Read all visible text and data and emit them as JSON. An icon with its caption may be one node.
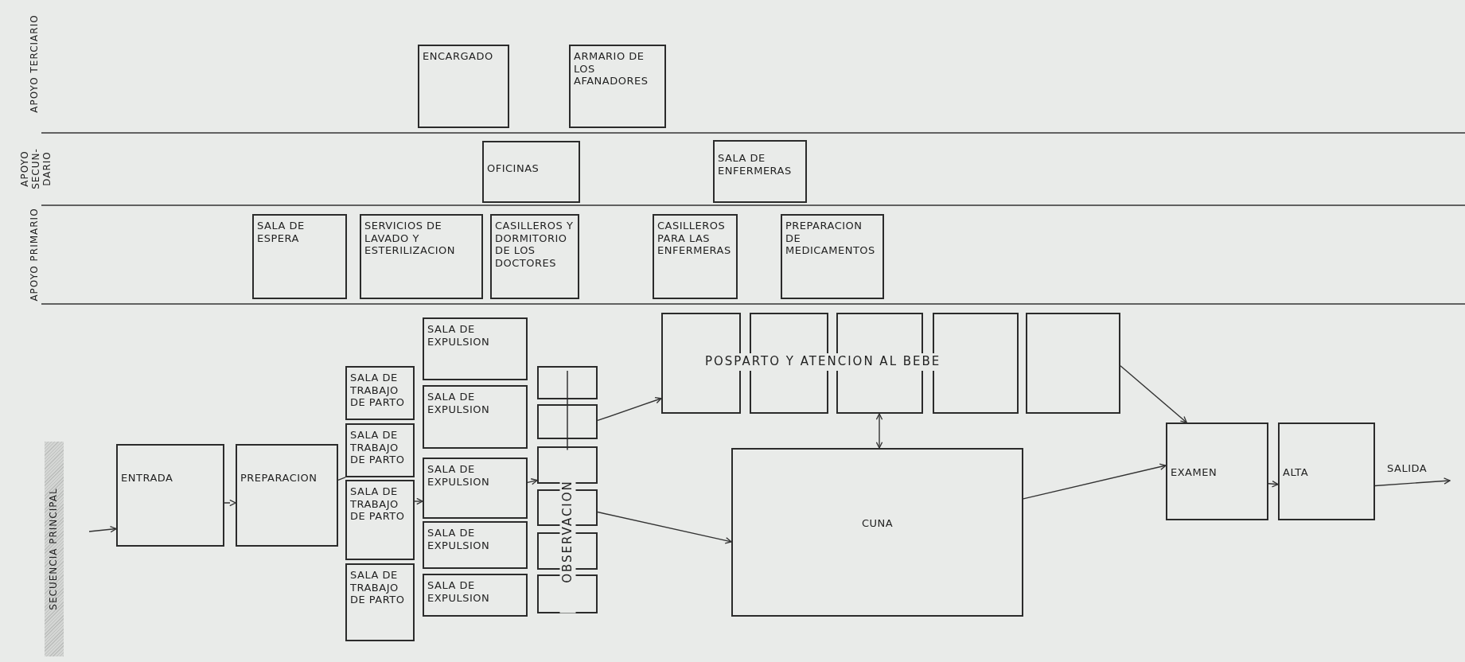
{
  "diagram": {
    "nodes": [
      {
        "text": [
          "ENCARGADO"
        ]
      },
      {
        "text": [
          "ARMARIO DE LOS AFANADORES"
        ]
      },
      {
        "text": [
          "OFICINAS"
        ]
      },
      {
        "text": [
          "SALA DE ENFERMERAS"
        ]
      },
      {
        "text": [
          "SALA DE ESPERA"
        ]
      },
      {
        "text": [
          "SERVICIOS DE LAVADO Y ESTERILIZACION"
        ]
      },
      {
        "text": [
          "CASILLEROS Y DORMITORIO DE LOS DOCTORES"
        ]
      },
      {
        "text": [
          "CASILLEROS PARA LAS ENFERMERAS"
        ]
      },
      {
        "text": [
          "PREPARACION DE MEDICAMENTOS"
        ]
      },
      {
        "text": [
          "ENTRADA"
        ]
      },
      {
        "text": [
          "PREPARACION"
        ]
      },
      {
        "text": [
          "SALA DE TRABAJO DE PARTO"
        ]
      },
      {
        "text": [
          "SALA DE TRABAJO DE PARTO"
        ]
      },
      {
        "text": [
          "SALA DE TRABAJO DE PARTO"
        ]
      },
      {
        "text": [
          "SALA DE TRABAJO DE PARTO"
        ]
      },
      {
        "text": [
          "SALA DE EXPULSION"
        ]
      },
      {
        "text": [
          "SALA DE EXPULSION"
        ]
      },
      {
        "text": [
          "SALA DE EXPULSION"
        ]
      },
      {
        "text": [
          "SALA DE EXPULSION"
        ]
      },
      {
        "text": [
          "SALA DE EXPULSION"
        ]
      },
      {
        "text": [],
        "shape": "box"
      },
      {
        "text": [],
        "shape": "box"
      },
      {
        "text": [],
        "shape": "box"
      },
      {
        "text": [],
        "shape": "box"
      },
      {
        "text": [],
        "shape": "box"
      },
      {
        "text": [],
        "shape": "box"
      },
      {
        "text": [],
        "shape": "box"
      },
      {
        "text": [],
        "shape": "box"
      },
      {
        "text": [],
        "shape": "box"
      },
      {
        "text": [],
        "shape": "box"
      },
      {
        "text": [],
        "shape": "box"
      },
      {
        "text": [
          "CUNA"
        ]
      },
      {
        "text": [
          "EXAMEN"
        ]
      },
      {
        "text": [
          "ALTA"
        ]
      }
    ],
    "edges": [
      {
        "from": null,
        "to": 9,
        "arrow": "to"
      },
      {
        "from": 9,
        "to": 10,
        "arrow": "to",
        "style": "dashed"
      },
      {
        "from": 10,
        "to": 12,
        "arrow": "none"
      },
      {
        "from": 13,
        "to": 17,
        "arrow": "to"
      },
      {
        "from": 17,
        "to": 22,
        "arrow": "to"
      },
      {
        "from": 21,
        "to": 26,
        "arrow": "to"
      },
      {
        "from": 23,
        "to": 31,
        "arrow": "to"
      },
      {
        "from": 28,
        "to": 31,
        "arrow": "both"
      },
      {
        "from": 30,
        "to": 32,
        "arrow": "to"
      },
      {
        "from": 31,
        "to": 32,
        "arrow": "to"
      },
      {
        "from": 32,
        "to": 33,
        "arrow": "to"
      },
      {
        "from": 33,
        "to": null,
        "arrow": "to",
        "label": "SALIDA"
      }
    ],
    "labels": [
      "APOYO TERCIARIO",
      "APOYO SECUN- DARIO",
      "APOYO PRIMARIO",
      "SECUENCIA PRINCIPAL",
      "OBSERVACION",
      "POSPARTO Y ATENCION AL BEBE"
    ]
  }
}
